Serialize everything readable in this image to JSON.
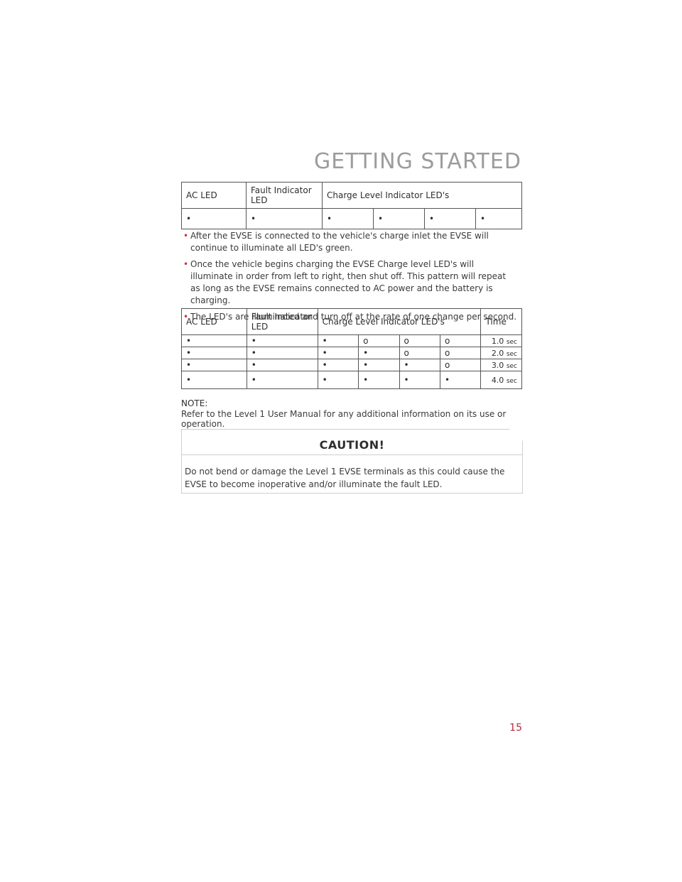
{
  "header": {
    "section_title": "GETTING STARTED"
  },
  "table1": {
    "headers": {
      "ac_led": "AC LED",
      "fault": "Fault Indicator LED",
      "charge": "Charge Level Indicator LED's"
    },
    "row": [
      "•",
      "•",
      "•",
      "•",
      "•",
      "•"
    ]
  },
  "bullets": [
    "After the EVSE is connected to the vehicle's charge inlet the EVSE will continue to illuminate all LED's green.",
    "Once the vehicle begins charging the EVSE Charge level LED's will illuminate in order from left to right, then shut off. This pattern will repeat as long as the EVSE remains connected to AC power and the battery is charging.",
    "The LED's are illuminated and turn off at the rate of one change per second."
  ],
  "bullet_marker": "•",
  "table2": {
    "headers": {
      "ac_led": "AC LED",
      "fault": "Fault Indicator LED",
      "charge": "Charge Level Indicator LED's",
      "time": "Time"
    },
    "rows": [
      {
        "cells": [
          "•",
          "•",
          "•",
          "o",
          "o",
          "o"
        ],
        "time_value": "1.0",
        "time_unit": "sec"
      },
      {
        "cells": [
          "•",
          "•",
          "•",
          "•",
          "o",
          "o"
        ],
        "time_value": "2.0",
        "time_unit": "sec"
      },
      {
        "cells": [
          "•",
          "•",
          "•",
          "•",
          "•",
          "o"
        ],
        "time_value": "3.0",
        "time_unit": "sec"
      },
      {
        "cells": [
          "•",
          "•",
          "•",
          "•",
          "•",
          "•"
        ],
        "time_value": "4.0",
        "time_unit": "sec"
      }
    ]
  },
  "note": {
    "label": "NOTE:",
    "text": "Refer to the Level 1 User Manual for any additional information on its use or operation."
  },
  "caution": {
    "title": "CAUTION!",
    "text": "Do not bend or damage the Level 1 EVSE terminals as this could cause the EVSE to become inoperative and/or illuminate the fault LED."
  },
  "page_number": "15",
  "colors": {
    "accent": "#d9283c",
    "heading_gray": "#9c9c9c",
    "page_number": "#b52a3a"
  }
}
